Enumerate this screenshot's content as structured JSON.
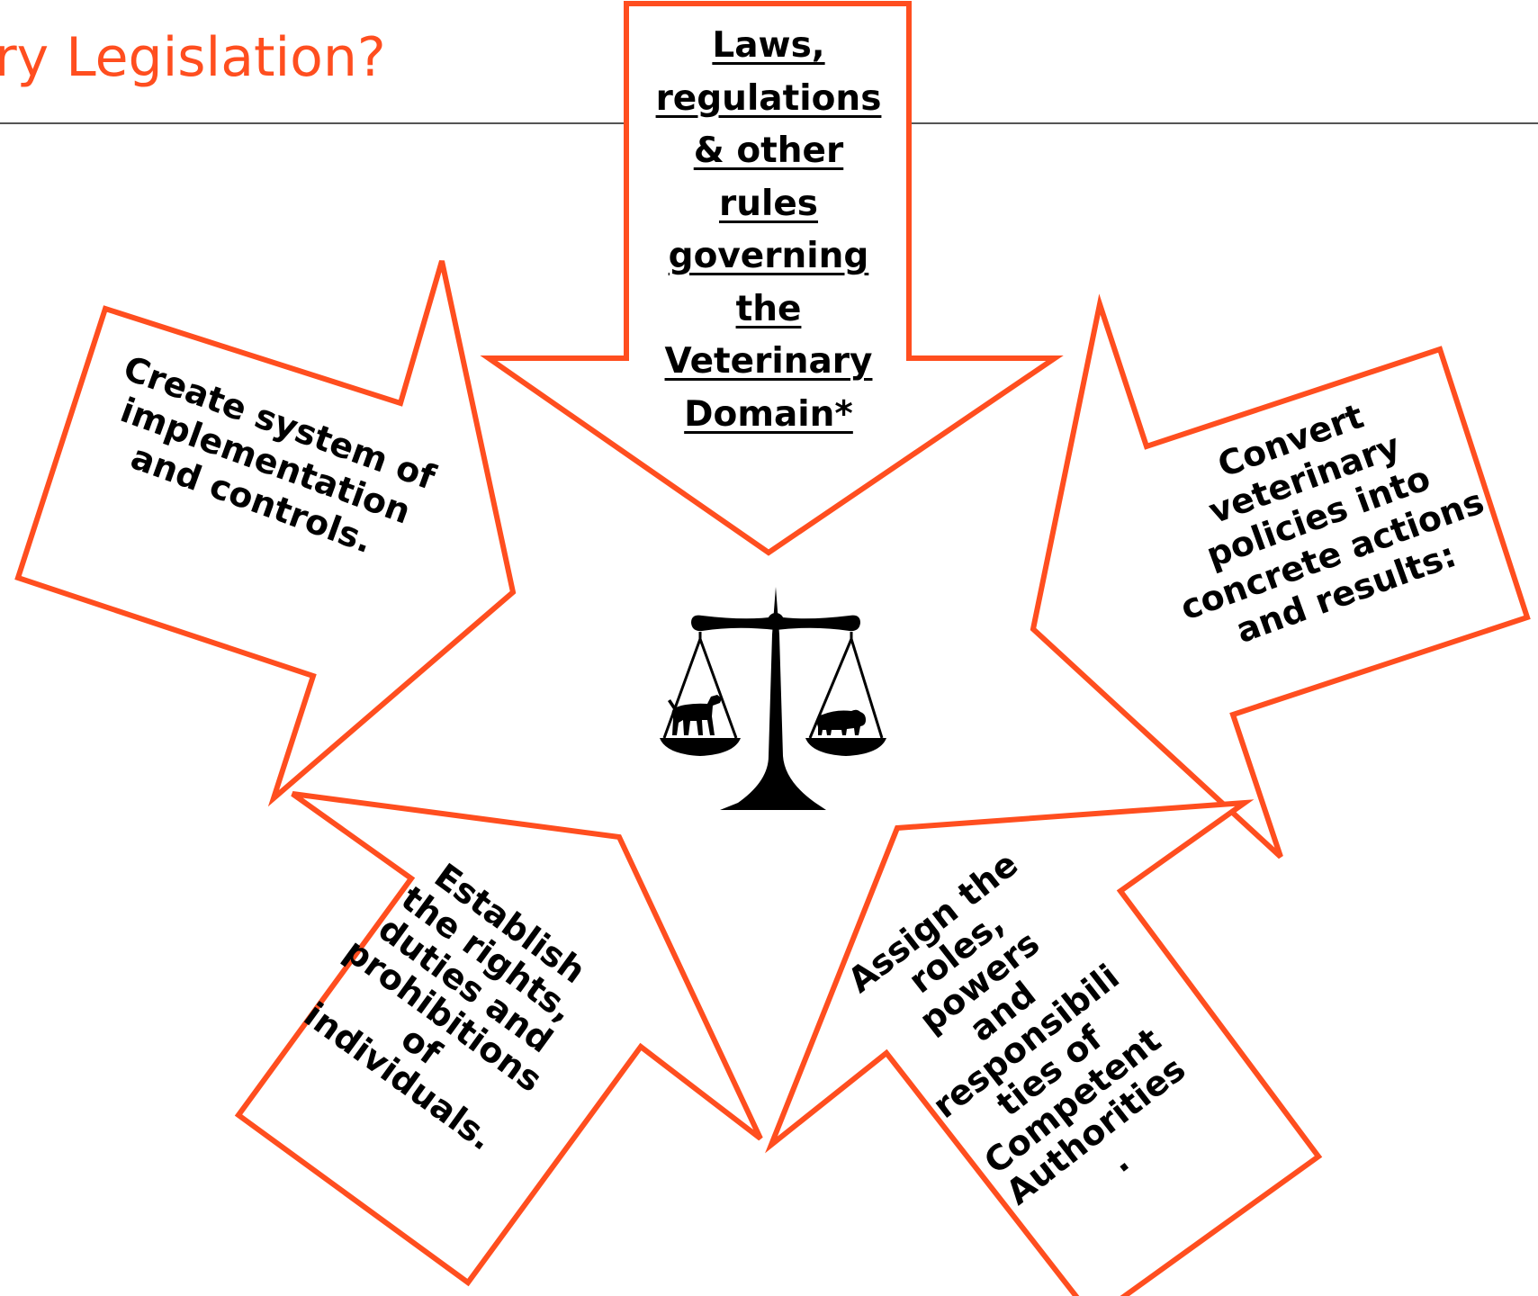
{
  "slide": {
    "title": "ry Legislation?",
    "accent_color": "#FF4E1F"
  },
  "center": {
    "icon": "scales-of-justice-icon",
    "left_pan_animal": "dog-icon",
    "right_pan_animal": "pig-icon"
  },
  "arrows": {
    "top": {
      "lines": [
        "Laws,",
        "regulations",
        "& other",
        "rules",
        "governing",
        "the",
        "Veterinary",
        "Domain*"
      ]
    },
    "upper_left": {
      "lines": [
        "Create system of",
        "implementation",
        "and controls."
      ]
    },
    "upper_right": {
      "lines": [
        "Convert",
        "veterinary",
        "policies into",
        "concrete actions",
        "and results:"
      ]
    },
    "lower_left": {
      "lines": [
        "Establish",
        "the rights,",
        "duties and",
        "prohibitions",
        "of",
        "individuals."
      ]
    },
    "lower_right": {
      "lines": [
        "Assign the",
        "roles,",
        "powers",
        "and",
        "responsibili",
        "ties of",
        "Competent",
        "Authorities",
        "."
      ]
    }
  }
}
